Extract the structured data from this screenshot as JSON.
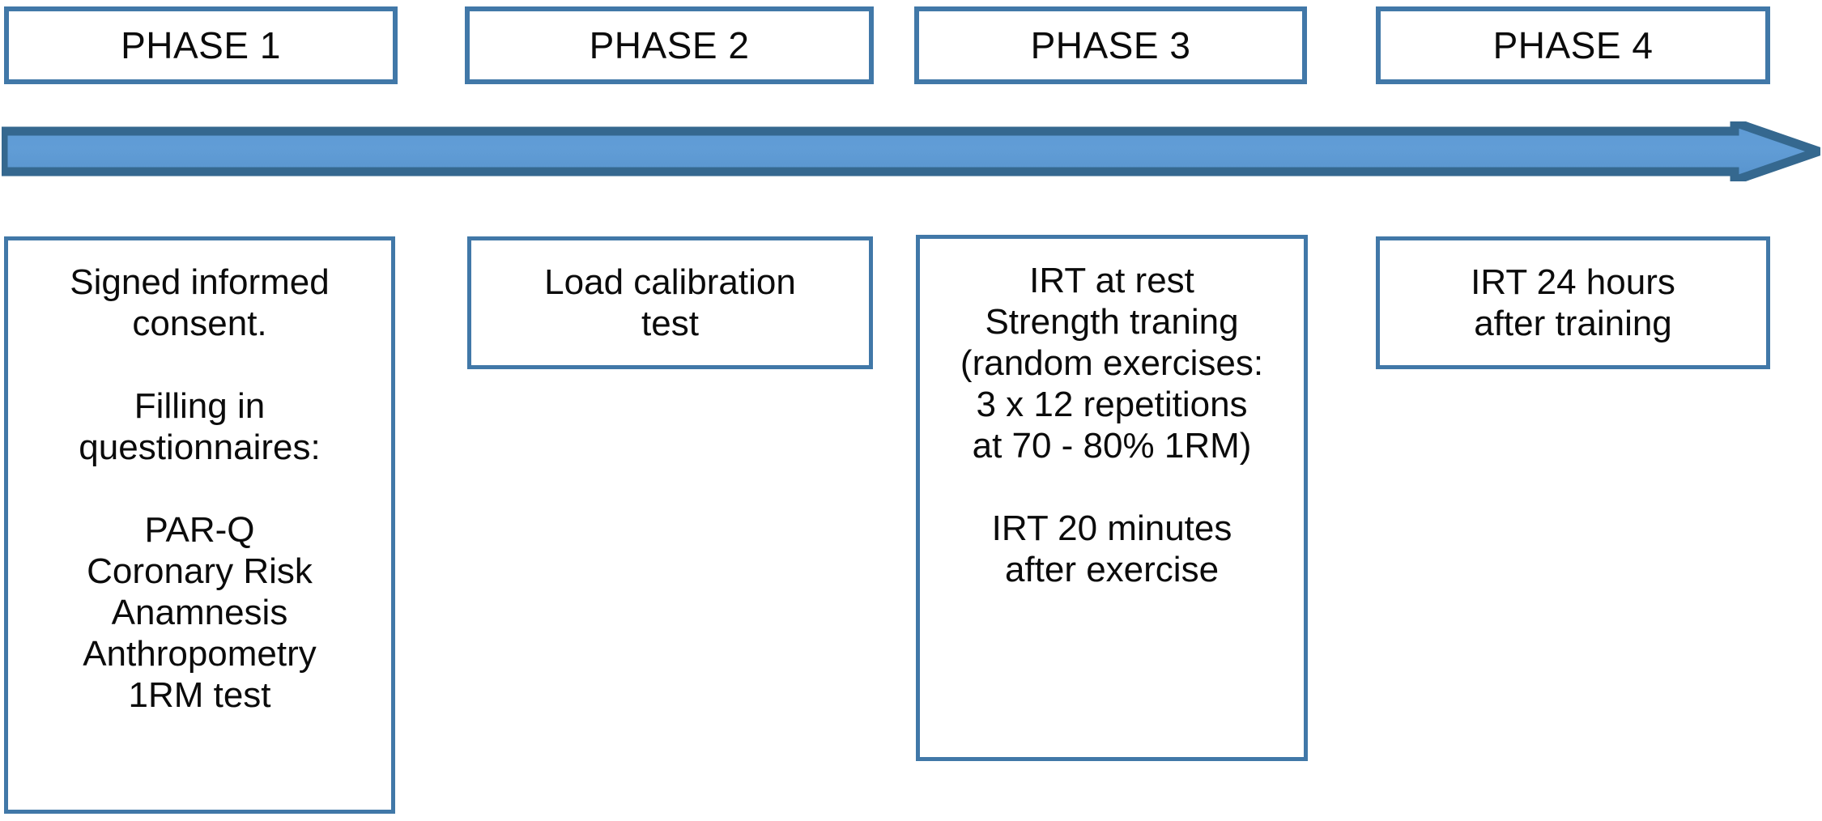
{
  "figure": {
    "type": "study-protocol-flow-diagram",
    "orientation": "horizontal-timeline"
  },
  "colors": {
    "box_border": "#4178a8",
    "arrow_outline": "#3a6f9f",
    "arrow_fill": "#5b9bd5",
    "text": "#0b0b0b",
    "background": "#ffffff"
  },
  "arrow": {
    "name": "timeline-arrow",
    "direction": "right",
    "label": ""
  },
  "phases": [
    {
      "id": "phase-1",
      "header": "PHASE 1",
      "content": "Signed informed\nconsent.\n\nFilling in\nquestionnaires:\n\nPAR-Q\nCoronary Risk\nAnamnesis\nAnthropometry\n1RM test",
      "content_lines": [
        "Signed informed",
        "consent.",
        "",
        "Filling in",
        "questionnaires:",
        "",
        "PAR-Q",
        "Coronary Risk",
        "Anamnesis",
        "Anthropometry",
        "1RM test"
      ]
    },
    {
      "id": "phase-2",
      "header": "PHASE 2",
      "content": "Load calibration\ntest",
      "content_lines": [
        "Load calibration",
        "test"
      ]
    },
    {
      "id": "phase-3",
      "header": "PHASE 3",
      "content": "IRT at rest\nStrength traning\n(random exercises:\n3 x 12 repetitions\nat 70 - 80% 1RM)\n\nIRT 20 minutes\nafter exercise",
      "content_lines": [
        "IRT at rest",
        "Strength traning",
        "(random exercises:",
        "3 x 12 repetitions",
        "at 70 - 80% 1RM)",
        "",
        "IRT 20 minutes",
        "after exercise"
      ]
    },
    {
      "id": "phase-4",
      "header": "PHASE 4",
      "content": "IRT 24 hours\nafter training",
      "content_lines": [
        "IRT 24 hours",
        "after training"
      ]
    }
  ]
}
